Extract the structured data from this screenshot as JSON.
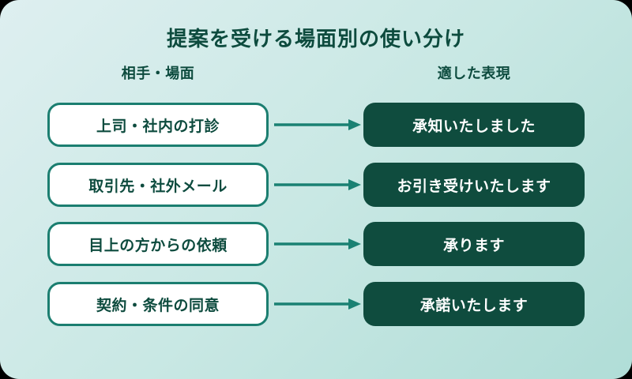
{
  "title": "提案を受ける場面別の使い分け",
  "columns": {
    "left": "相手・場面",
    "right": "適した表現"
  },
  "rows": [
    {
      "scene": "上司・社内の打診",
      "expression": "承知いたしました"
    },
    {
      "scene": "取引先・社外メール",
      "expression": "お引き受けいたします"
    },
    {
      "scene": "目上の方からの依頼",
      "expression": "承ります"
    },
    {
      "scene": "契約・条件の同意",
      "expression": "承諾いたします"
    }
  ],
  "colors": {
    "bg_light": "#deeff0",
    "bg_dark": "#b0ddd7",
    "text_green": "#0d4b3e",
    "border_teal": "#1b7e70",
    "box_dark": "#0f4c3e",
    "arrow_teal": "#1a8173"
  }
}
